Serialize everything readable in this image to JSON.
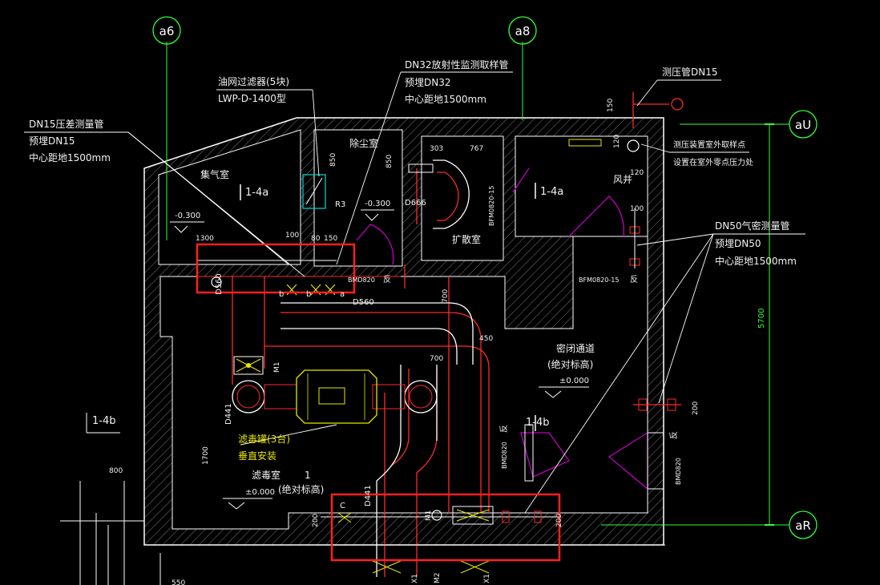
{
  "axes": {
    "a6": "a6",
    "a8": "a8",
    "aU": "aU",
    "aR": "aR"
  },
  "notes": {
    "dn15_title": "DN15压差测量管",
    "dn15_line1": "预埋DN15",
    "dn15_line2": "中心距地1500mm",
    "oil_filter_title": "油网过滤器(5块)",
    "oil_filter_model": "LWP-D-1400型",
    "dn32_title": "DN32放射性监测取样管",
    "dn32_line1": "预埋DN32",
    "dn32_line2": "中心距地1500mm",
    "pressure_pipe": "测压管DN15",
    "pressure_device1": "测压装置室外取样点",
    "pressure_device2": "设置在室外零点压力处",
    "dn50_title": "DN50气密测量管",
    "dn50_line1": "预埋DN50",
    "dn50_line2": "中心距地1500mm",
    "filter_tank1": "滤毒罐(3台)",
    "filter_tank2": "垂直安装"
  },
  "rooms": {
    "collector": "集气室",
    "dust": "除尘室",
    "expansion": "扩散室",
    "shaft": "风井",
    "corridor": "密闭通道",
    "corridor_note": "(绝对标高)",
    "filter_room": "滤毒室",
    "filter_room_num": "1",
    "filter_room_note": "(绝对标高)"
  },
  "sections": {
    "s1": "1-4a",
    "s2": "1-4a",
    "s3": "1-4b",
    "s4": "1-4b"
  },
  "elevations": {
    "e1": "-0.300",
    "e2": "-0.300",
    "e3": "±0.000",
    "e4": "±0.000"
  },
  "dims": {
    "d1300": "1300",
    "d100": "100",
    "d80": "80",
    "d150": "150",
    "d850a": "850",
    "d850b": "850",
    "d303": "303",
    "d767": "767",
    "d150b": "150",
    "d120": "120",
    "d120b": "120",
    "d100b": "100",
    "d700a": "700",
    "d700b": "700",
    "d450": "450",
    "d5700": "5700",
    "d800": "800",
    "d1700": "1700",
    "d200a": "200",
    "d200b": "200",
    "d200c": "200",
    "d550": "550"
  },
  "tags": {
    "D560a": "D560",
    "D560b": "D560",
    "D666": "D666",
    "D441a": "D441",
    "D441b": "D441",
    "R3": "R3",
    "M1a": "M1",
    "M1b": "M1",
    "M2": "M2",
    "X1": "X1",
    "X1b": "X1",
    "C": "C",
    "b1": "b",
    "b2": "b",
    "a": "a",
    "fan": "反",
    "fan2": "反",
    "fan3": "反",
    "fan4": "反",
    "door1": "BMD820",
    "door2": "BFM0820-15",
    "door3": "BFM0820-15",
    "door4": "BMD820",
    "door5": "BMD820"
  },
  "colors": {
    "wall": "#ffffff",
    "hatch": "#8c8c8c",
    "duct_red": "#ff2a2a",
    "duct_white": "#ffffff",
    "yellow": "#e6e600",
    "green": "#33ff33",
    "magenta": "#c000c0",
    "cyan": "#00cccc",
    "highlight": "#ff2020"
  }
}
